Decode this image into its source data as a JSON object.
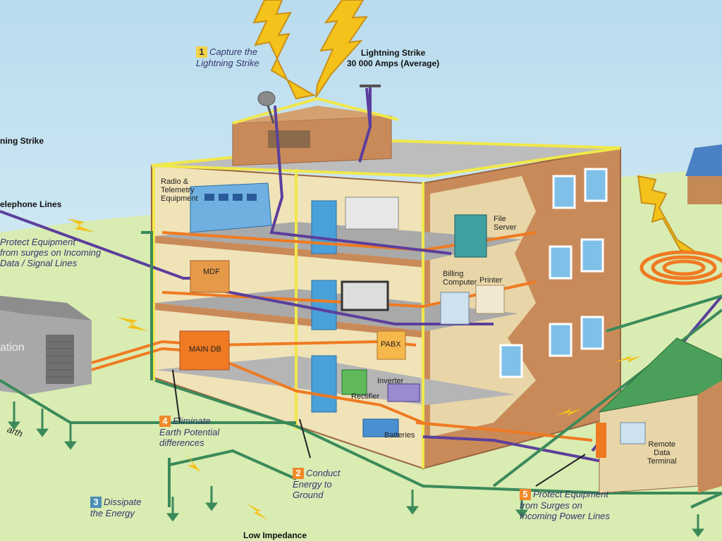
{
  "labels": {
    "capture": {
      "num": "1",
      "text": "Capture the\nLightning Strike"
    },
    "strike_top": {
      "text": "Lightning Strike\n30 000 Amps (Average)"
    },
    "strike_left": {
      "text": "ning Strike"
    },
    "telephone": {
      "text": "elephone Lines"
    },
    "protect_data": {
      "text": "Protect Equipment\nfrom surges on Incoming\nData / Signal Lines"
    },
    "radio": {
      "text": "Radio &\nTelemetry\nEquipment"
    },
    "mdf": {
      "text": "MDF"
    },
    "main_db": {
      "text": "MAIN DB"
    },
    "pabx": {
      "text": "PABX"
    },
    "file_server": {
      "text": "File\nServer"
    },
    "billing": {
      "text": "Billing\nComputer"
    },
    "printer": {
      "text": "Printer"
    },
    "inverter": {
      "text": "Inverter"
    },
    "rectifier": {
      "text": "Rectifier"
    },
    "batteries": {
      "text": "Batteries"
    },
    "station": {
      "text": "ation"
    },
    "earth": {
      "text": "arth"
    },
    "eliminate": {
      "num": "4",
      "text": "Eliminate\nEarth Potential\ndifferences"
    },
    "conduct": {
      "num": "2",
      "text": "Conduct\nEnergy to\nGround"
    },
    "dissipate": {
      "num": "3",
      "text": "Dissipate\nthe Energy"
    },
    "low_impedance": {
      "text": "Low Impedance"
    },
    "protect_power": {
      "num": "5",
      "text": "Protect Equipment\nfrom Surges on\nIncoming Power Lines"
    },
    "remote": {
      "text": "Remote\nData\nTerminal"
    }
  },
  "colors": {
    "sky": "#cfe6f3",
    "ground": "#d9ecb2",
    "building_wall": "#c98a5a",
    "floor": "#a9a9a9",
    "conductor_yellow": "#f1e84a",
    "earth_green": "#3b8a5a",
    "data_purple": "#5b3f9c",
    "power_orange": "#ef7a22",
    "lightning": "#f4c21a",
    "num_box": "#f08a2a",
    "num_box_3": "#4a8fb5"
  }
}
